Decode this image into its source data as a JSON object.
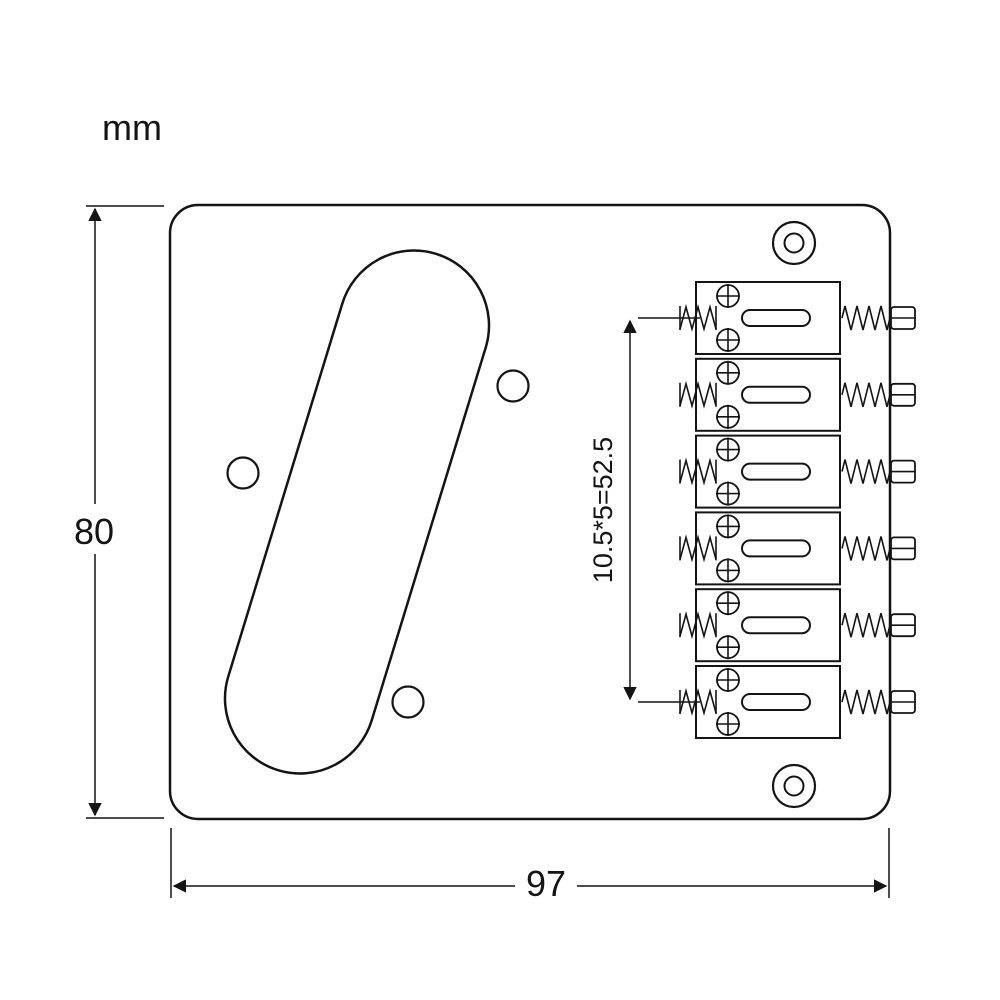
{
  "labels": {
    "unit": "mm"
  },
  "dimensions": {
    "height": "80",
    "width": "97",
    "string_spacing": "10.5*5=52.5"
  },
  "components": {
    "saddle_count": 6,
    "mounting_hole_count": 2,
    "plate_screw_hole_count": 3
  },
  "colors": {
    "line": "#141414",
    "background": "#ffffff"
  }
}
